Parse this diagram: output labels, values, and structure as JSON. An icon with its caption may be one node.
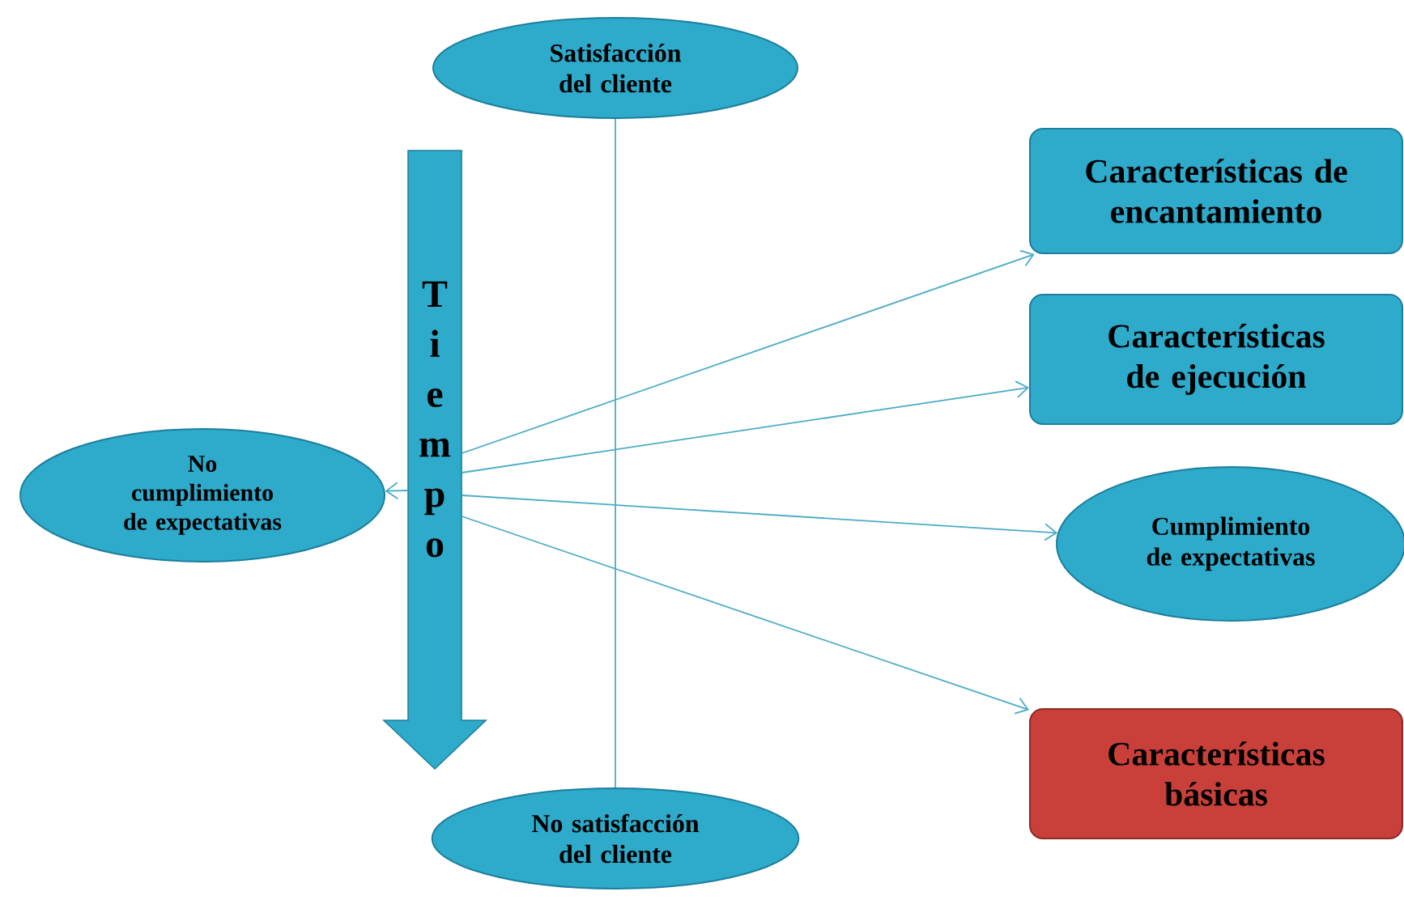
{
  "diagram": {
    "nodes": [
      {
        "text": [
          "Satisfacción del cliente"
        ]
      },
      {
        "text": [
          "Tiempo"
        ]
      },
      {
        "text": [
          "No cumplimiento de expectativas"
        ]
      },
      {
        "text": [
          "Características de encantamiento"
        ]
      },
      {
        "text": [
          "Características de ejecución"
        ]
      },
      {
        "text": [
          "Cumplimiento de expectativas"
        ]
      },
      {
        "text": [
          "Características básicas"
        ]
      },
      {
        "text": [
          "No satisfacción del cliente"
        ]
      }
    ],
    "edges": [
      {
        "from": 0,
        "to": 7,
        "arrow": "none"
      },
      {
        "from": 1,
        "to": 2,
        "arrow": "to"
      },
      {
        "from": 1,
        "to": 3,
        "arrow": "to"
      },
      {
        "from": 1,
        "to": 4,
        "arrow": "to"
      },
      {
        "from": 1,
        "to": 5,
        "arrow": "to"
      },
      {
        "from": 1,
        "to": 6,
        "arrow": "to"
      }
    ]
  }
}
